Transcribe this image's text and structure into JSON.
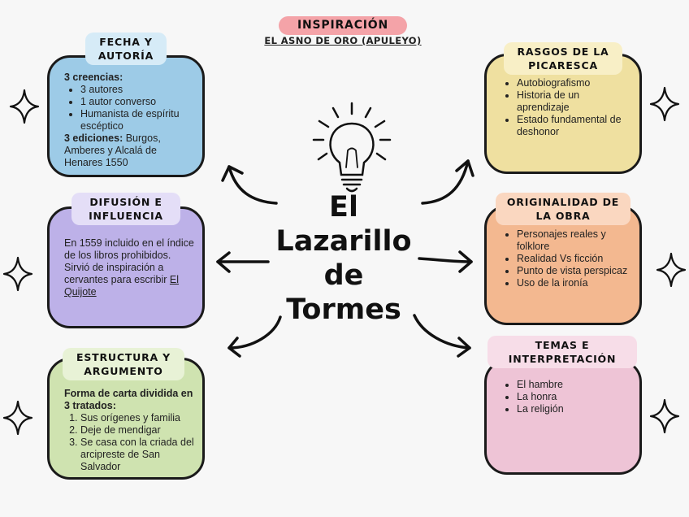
{
  "header": {
    "inspiracion": "INSPIRACIÓN",
    "subtitle": "EL ASNO DE ORO (APULEYO)"
  },
  "center": {
    "line1": "El",
    "line2": "Lazarillo",
    "line3": "de",
    "line4": "Tormes"
  },
  "fecha": {
    "title": "FECHA Y AUTORÍA",
    "creencias_label": "3 creencias:",
    "creencias": [
      "3 autores",
      "1 autor converso",
      "Humanista de espíritu escéptico"
    ],
    "ediciones_label": "3 ediciones:",
    "ediciones_text": " Burgos, Amberes y Alcalá de Henares 1550"
  },
  "difusion": {
    "title": "DIFUSIÓN E INFLUENCIA",
    "line1": "En 1559 incluido en el índice de los libros prohibidos.",
    "line2": "Sirvió de inspiración a cervantes para escribir ",
    "quijote": "El Quijote"
  },
  "estructura": {
    "title": "ESTRUCTURA Y ARGUMENTO",
    "intro": "Forma de carta dividida en 3 tratados:",
    "items": [
      "Sus orígenes y familia",
      "Deje de mendigar",
      "Se casa con la criada del arcipreste de San Salvador"
    ]
  },
  "rasgos": {
    "title": "RASGOS DE LA PICARESCA",
    "items": [
      "Autobiografismo",
      "Historia de un aprendizaje",
      "Estado fundamental de deshonor"
    ]
  },
  "originalidad": {
    "title": "ORIGINALIDAD DE LA OBRA",
    "items": [
      "Personajes reales y folklore",
      "Realidad Vs ficción",
      "Punto de vista perspicaz",
      "Uso de la ironía"
    ]
  },
  "temas": {
    "title": "TEMAS E INTERPRETACIÓN",
    "items": [
      "El hambre",
      "La honra",
      "La religión"
    ]
  },
  "colors": {
    "fecha": "#9dcbe7",
    "difusion": "#bdb1e8",
    "estructura": "#cfe3b0",
    "rasgos": "#efe0a0",
    "originalidad": "#f3b890",
    "temas": "#eec4d6",
    "inspiracion_tag": "#f4a3a8"
  },
  "icons": [
    "lightbulb-icon",
    "sparkle-icon",
    "arrow-icon"
  ]
}
